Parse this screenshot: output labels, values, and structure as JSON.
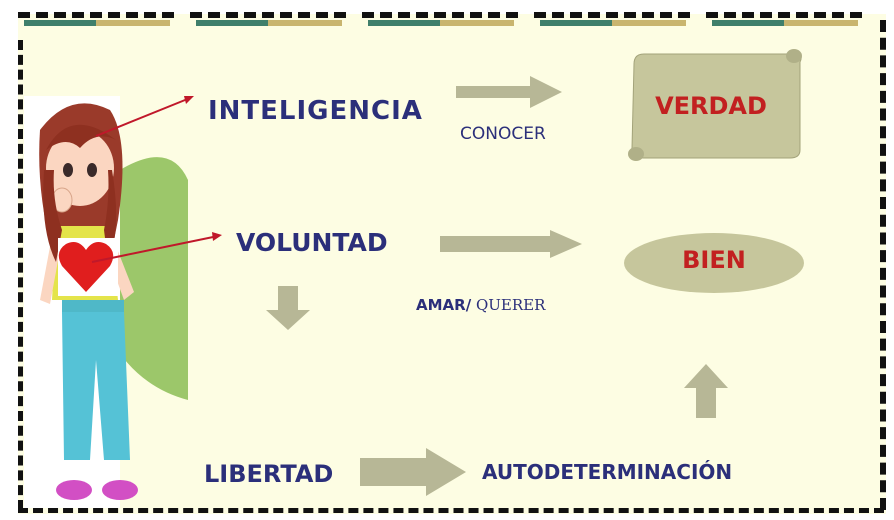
{
  "terms": {
    "inteligencia": "INTELIGENCIA",
    "conocer": "CONOCER",
    "voluntad": "VOLUNTAD",
    "amar": "AMAR/",
    "querer": " QUERER",
    "libertad": "LIBERTAD",
    "autodeterminacion": "AUTODETERMINACIÓN"
  },
  "targets": {
    "verdad": "VERDAD",
    "bien": "BIEN"
  },
  "colors": {
    "background": "#fdfde3",
    "term_text": "#2b2f7a",
    "target_text": "#c22020",
    "arrow": "#b7b796",
    "shape_fill": "#c6c69c",
    "pointer_line": "#c0182a"
  },
  "icons": [
    "girl-illustration",
    "heart-icon",
    "scroll-shape",
    "ellipse-shape",
    "right-arrow",
    "down-arrow",
    "up-arrow"
  ]
}
